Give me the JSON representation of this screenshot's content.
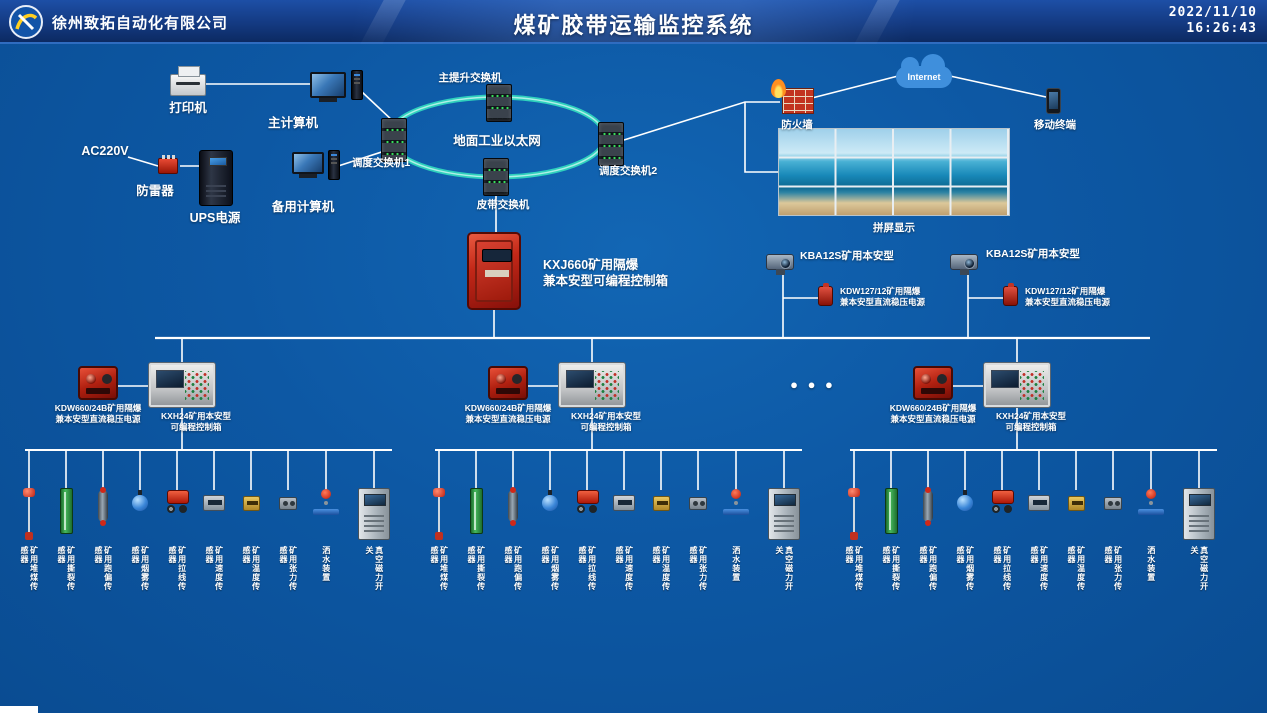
{
  "header": {
    "company": "徐州致拓自动化有限公司",
    "title": "煤矿胶带运输监控系统",
    "date": "2022/11/10",
    "time": "16:26:43"
  },
  "topleft": {
    "printer": "打印机",
    "main_computer": "主计算机",
    "power": "AC220V",
    "arrester": "防雷器",
    "ups": "UPS电源",
    "backup_computer": "备用计算机"
  },
  "network": {
    "ring": "地面工业以太网",
    "hoist_switch": "主提升交换机",
    "dispatch_switch1": "调度交换机1",
    "dispatch_switch2": "调度交换机2",
    "belt_switch": "皮带交换机",
    "firewall": "防火墙",
    "internet": "Internet",
    "mobile": "移动终端",
    "video_wall": "拼屏显示"
  },
  "plc": {
    "line1": "KXJ660矿用隔爆",
    "line2": "兼本安型可编程控制箱"
  },
  "cameras": {
    "label": "KBA12S矿用本安型",
    "psu_line1": "KDW127/12矿用隔爆",
    "psu_line2": "兼本安型直流稳压电源"
  },
  "groups": {
    "psu_line1": "KDW660/24B矿用隔爆",
    "psu_line2": "兼本安型直流稳压电源",
    "controller_line1": "KXH24矿用本安型",
    "controller_line2": "可编程控制箱"
  },
  "sensors": [
    {
      "label": "矿用堆煤传感器",
      "type": "coal-pile"
    },
    {
      "label": "矿用撕裂传感器",
      "type": "tear"
    },
    {
      "label": "矿用跑偏传感器",
      "type": "deviation"
    },
    {
      "label": "矿用烟雾传感器",
      "type": "smoke"
    },
    {
      "label": "矿用拉线传感器",
      "type": "pull-cord"
    },
    {
      "label": "矿用速度传感器",
      "type": "speed"
    },
    {
      "label": "矿用温度传感器",
      "type": "temperature"
    },
    {
      "label": "矿用张力传感器",
      "type": "tension"
    },
    {
      "label": "洒水装置",
      "type": "sprinkler"
    },
    {
      "label": "真空磁力开关",
      "type": "vacuum-switch"
    }
  ],
  "misc": {
    "ellipsis": "● ● ●"
  }
}
